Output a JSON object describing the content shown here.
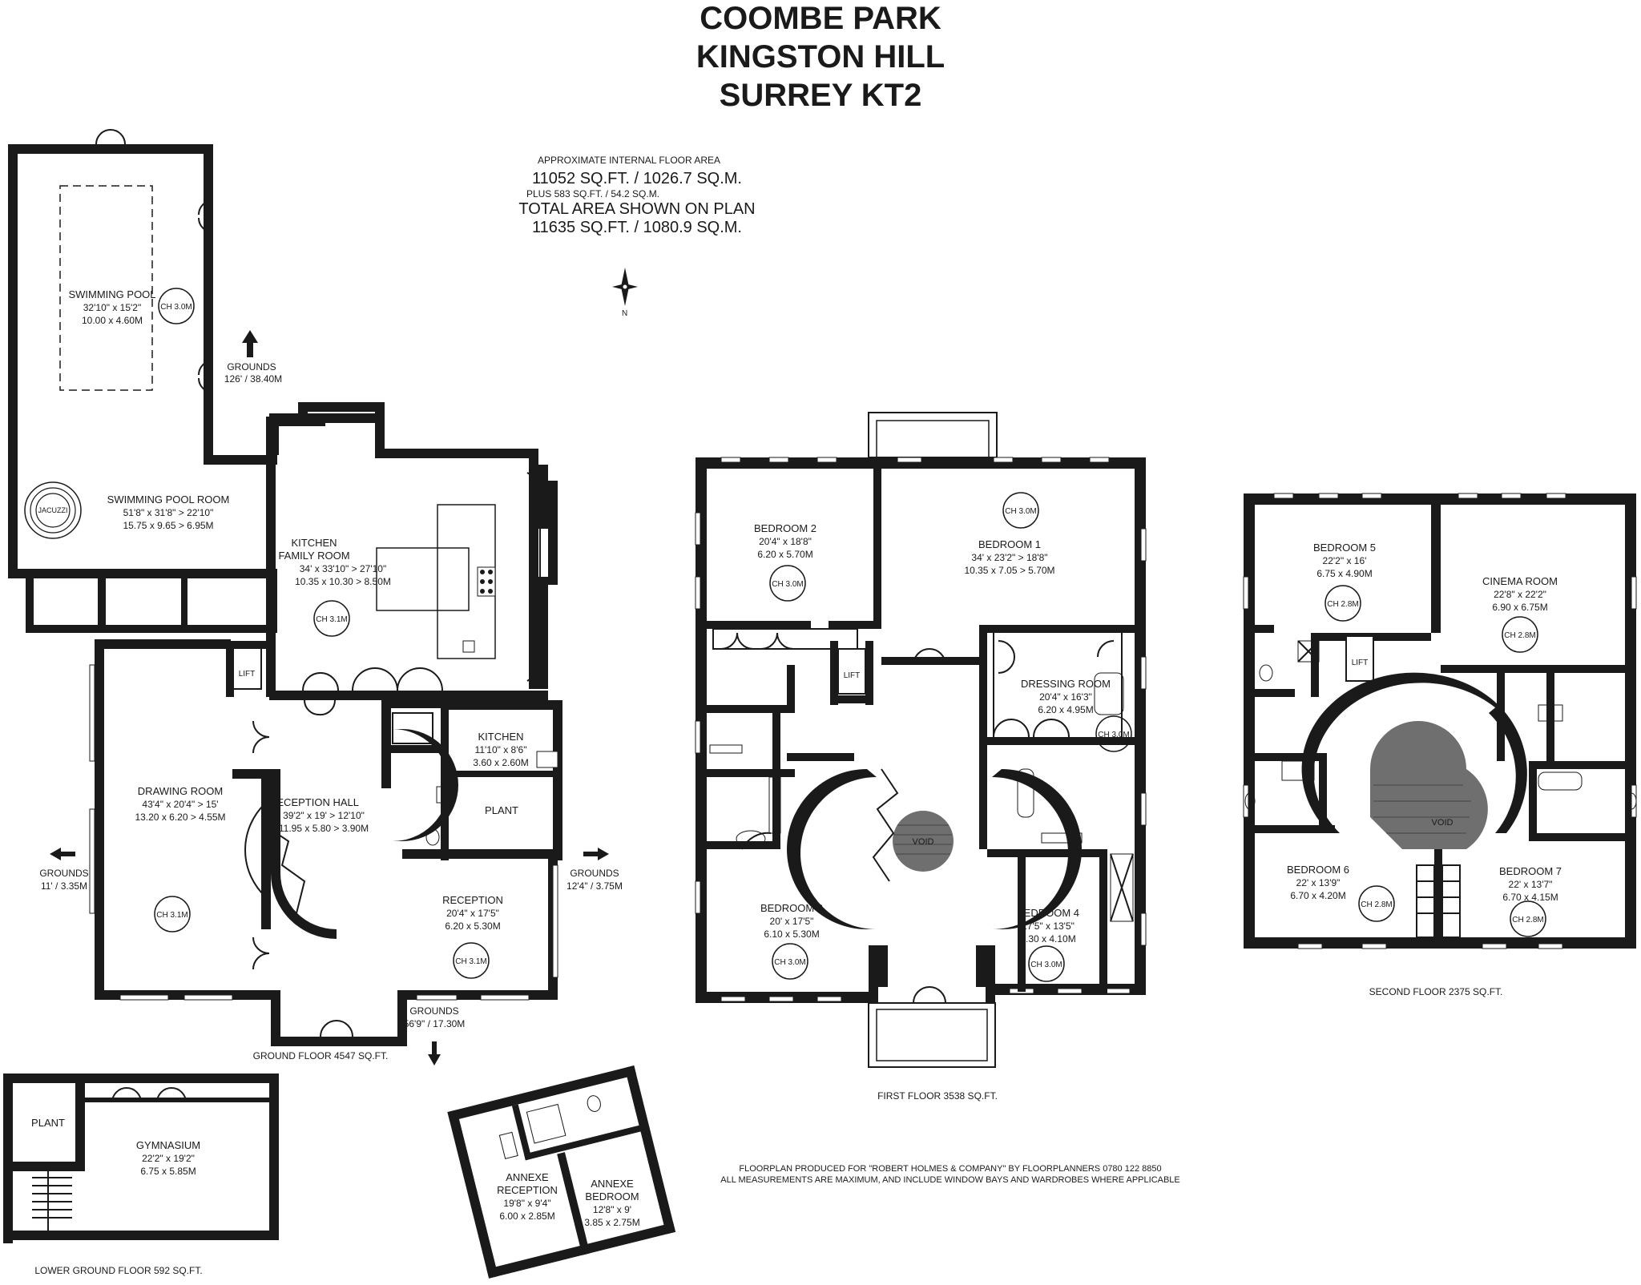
{
  "title": [
    "COOMBE PARK",
    "KINGSTON HILL",
    "SURREY KT2"
  ],
  "area": {
    "caption": "APPROXIMATE INTERNAL FLOOR AREA",
    "main": "11052 SQ.FT. / 1026.7 SQ.M.",
    "plus": "PLUS 583 SQ.FT. / 54.2 SQ.M.",
    "total_caption": "TOTAL AREA SHOWN ON PLAN",
    "total": "11635 SQ.FT. / 1080.9 SQ.M."
  },
  "compass": {
    "label": "N",
    "icon": "compass-icon"
  },
  "floors": {
    "ground": "GROUND FLOOR 4547 SQ.FT.",
    "first": "FIRST FLOOR 3538 SQ.FT.",
    "second": "SECOND FLOOR 2375 SQ.FT.",
    "lower": "LOWER GROUND FLOOR 592 SQ.FT."
  },
  "rooms": {
    "swimming_pool": {
      "name": "SWIMMING POOL",
      "d1": "32'10\" x 15'2\"",
      "d2": "10.00 x 4.60M"
    },
    "pool_room": {
      "name": "SWIMMING POOL ROOM",
      "d1": "51'8\" x 31'8\" > 22'10\"",
      "d2": "15.75 x 9.65 > 6.95M"
    },
    "jacuzzi": "JACUZZI",
    "kitchen_family": {
      "name1": "KITCHEN",
      "name2": "FAMILY ROOM",
      "d1": "34' x 33'10\" > 27'10\"",
      "d2": "10.35 x 10.30 > 8.50M"
    },
    "kitchen": {
      "name": "KITCHEN",
      "d1": "11'10\" x 8'6\"",
      "d2": "3.60 x 2.60M"
    },
    "plant": "PLANT",
    "drawing_room": {
      "name": "DRAWING ROOM",
      "d1": "43'4\" x 20'4\" > 15'",
      "d2": "13.20 x 6.20 > 4.55M"
    },
    "reception_hall": {
      "name": "RECEPTION HALL",
      "d1": "39'2\" x 19' > 12'10\"",
      "d2": "11.95 x 5.80 > 3.90M"
    },
    "reception": {
      "name": "RECEPTION",
      "d1": "20'4\" x 17'5\"",
      "d2": "6.20 x 5.30M"
    },
    "gymnasium": {
      "name": "GYMNASIUM",
      "d1": "22'2\" x 19'2\"",
      "d2": "6.75 x 5.85M"
    },
    "lower_plant": "PLANT",
    "annexe_reception": {
      "name1": "ANNEXE",
      "name2": "RECEPTION",
      "d1": "19'8\" x 9'4\"",
      "d2": "6.00 x 2.85M"
    },
    "annexe_bedroom": {
      "name1": "ANNEXE",
      "name2": "BEDROOM",
      "d1": "12'8\" x 9'",
      "d2": "3.85 x 2.75M"
    },
    "bedroom1": {
      "name": "BEDROOM 1",
      "d1": "34' x 23'2\" > 18'8\"",
      "d2": "10.35 x 7.05 > 5.70M"
    },
    "bedroom2": {
      "name": "BEDROOM 2",
      "d1": "20'4\" x 18'8\"",
      "d2": "6.20 x 5.70M"
    },
    "bedroom3": {
      "name": "BEDROOM 3",
      "d1": "20' x 17'5\"",
      "d2": "6.10 x 5.30M"
    },
    "bedroom4": {
      "name": "BEDROOM 4",
      "d1": "17'5\" x 13'5\"",
      "d2": "5.30 x 4.10M"
    },
    "dressing": {
      "name": "DRESSING ROOM",
      "d1": "20'4\" x 16'3\"",
      "d2": "6.20 x 4.95M"
    },
    "bedroom5": {
      "name": "BEDROOM 5",
      "d1": "22'2\" x 16'",
      "d2": "6.75 x 4.90M"
    },
    "cinema": {
      "name": "CINEMA ROOM",
      "d1": "22'8\" x 22'2\"",
      "d2": "6.90 x 6.75M"
    },
    "bedroom6": {
      "name": "BEDROOM 6",
      "d1": "22' x 13'9\"",
      "d2": "6.70 x 4.20M"
    },
    "bedroom7": {
      "name": "BEDROOM 7",
      "d1": "22' x 13'7\"",
      "d2": "6.70 x 4.15M"
    },
    "lift": "LIFT",
    "void": "VOID"
  },
  "ceilings": {
    "ch30": "CH 3.0M",
    "ch31": "CH 3.1M",
    "ch28": "CH 2.8M"
  },
  "grounds": {
    "north": {
      "label": "GROUNDS",
      "dist": "126' / 38.40M"
    },
    "west": {
      "label": "GROUNDS",
      "dist": "11' / 3.35M"
    },
    "east": {
      "label": "GROUNDS",
      "dist": "12'4\" / 3.75M"
    },
    "south": {
      "label": "GROUNDS",
      "dist": "56'9\" / 17.30M"
    }
  },
  "footer": {
    "line1": "FLOORPLAN PRODUCED FOR \"ROBERT HOLMES & COMPANY\" BY FLOORPLANNERS 0780 122 8850",
    "line2": "ALL MEASUREMENTS ARE MAXIMUM, AND INCLUDE WINDOW BAYS AND WARDROBES WHERE APPLICABLE"
  }
}
